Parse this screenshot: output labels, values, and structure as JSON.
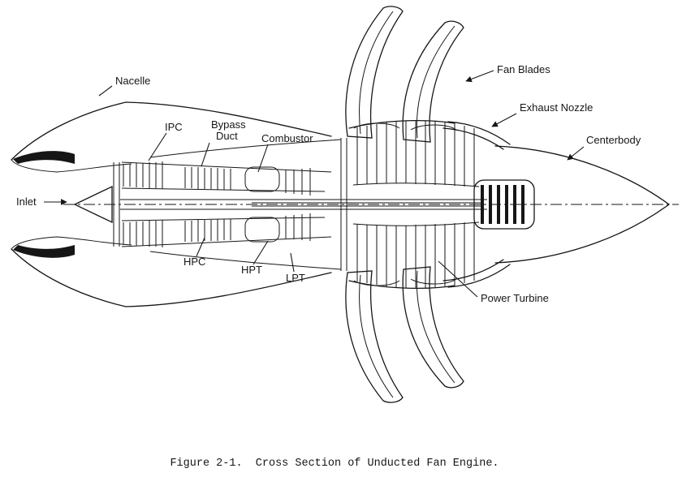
{
  "colors": {
    "ink": "#161616",
    "paper": "#ffffff"
  },
  "figure": {
    "caption": "Figure 2-1.  Cross Section of Unducted Fan Engine."
  },
  "labels": {
    "nacelle": "Nacelle",
    "ipc": "IPC",
    "bypass_line1": "Bypass",
    "bypass_line2": "Duct",
    "combustor": "Combustor",
    "fan_blades": "Fan Blades",
    "exhaust_nozzle": "Exhaust Nozzle",
    "centerbody": "Centerbody",
    "inlet": "Inlet",
    "hpc": "HPC",
    "hpt": "HPT",
    "lpt": "LPT",
    "power_turbine": "Power Turbine"
  }
}
